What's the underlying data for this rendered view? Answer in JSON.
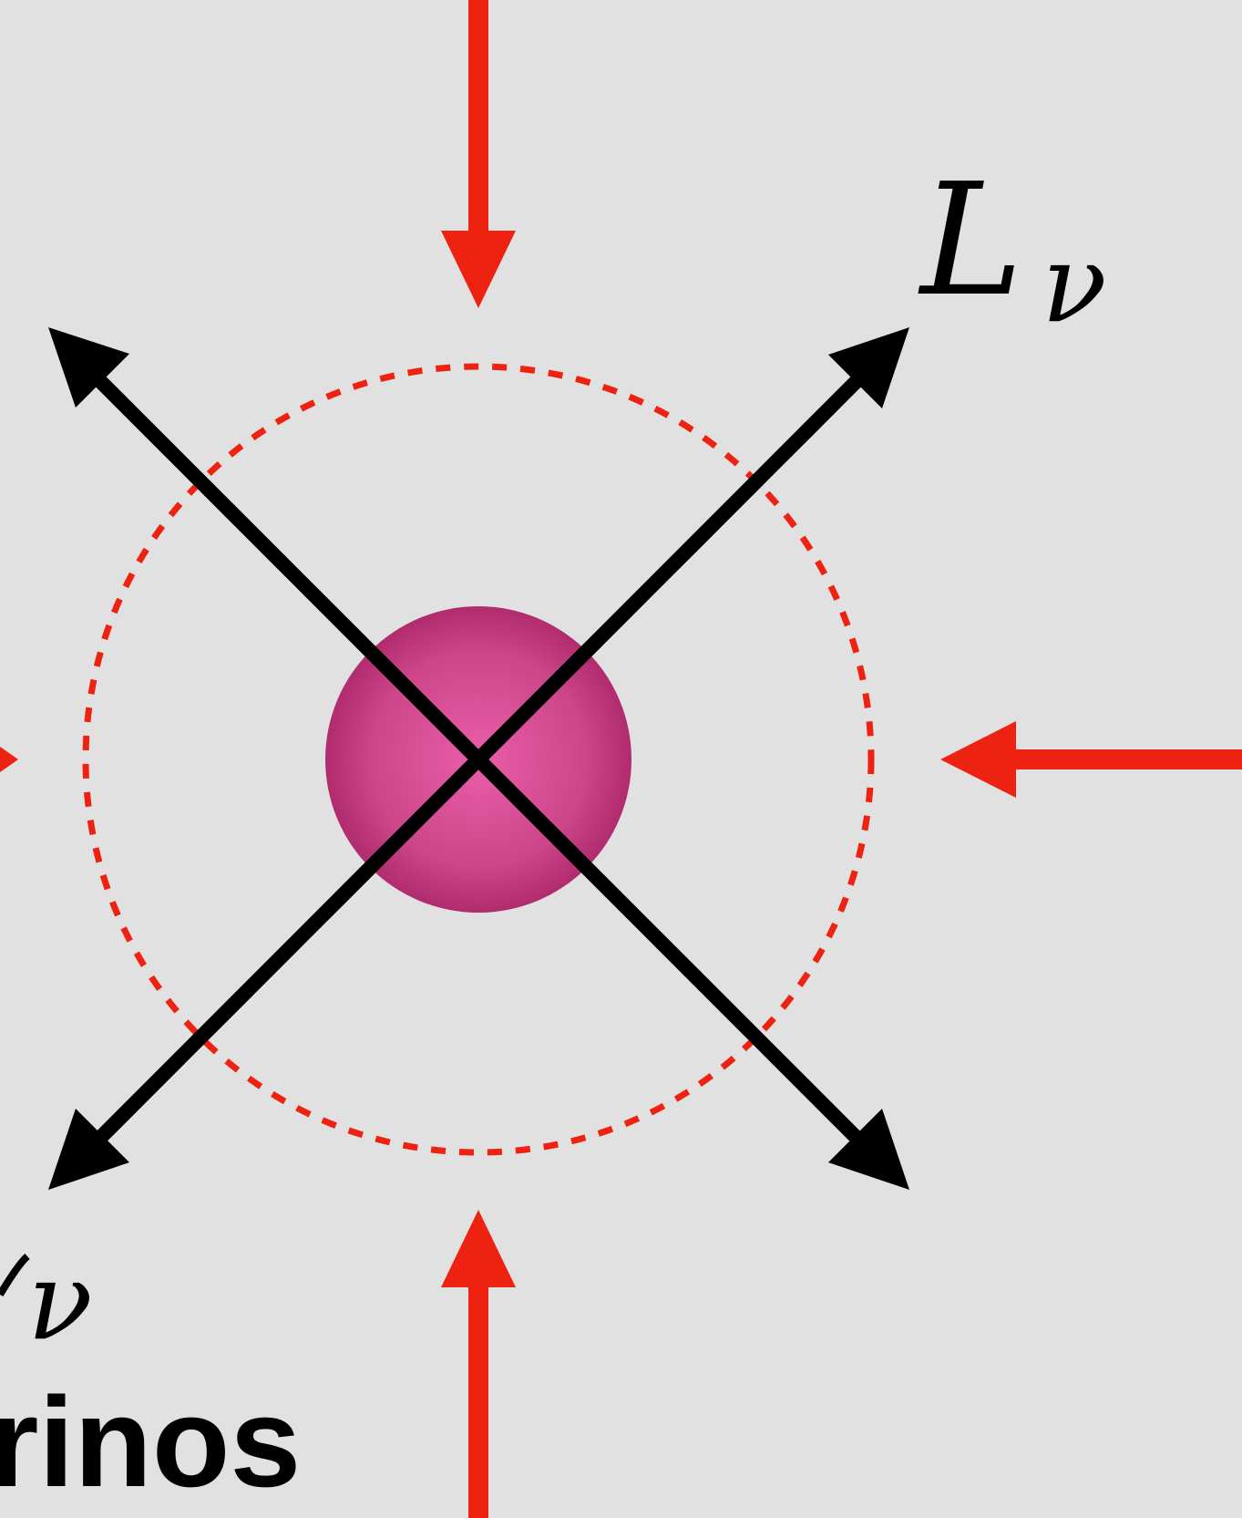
{
  "colors": {
    "background": "#e1e1e1",
    "inflow_arrows": "#ee2211",
    "outflow_arrows": "#000000",
    "core_center": "#e65ca6",
    "core_edge": "#b02c6e",
    "dotted_circle": "#ee2211"
  },
  "labels": {
    "luminosity_main": "L",
    "luminosity_sub": "ν",
    "partial_label_sub": "ν",
    "partial_word": "rinos"
  },
  "elements": {
    "core": "central-core-sphere",
    "boundary": "dotted-circle-boundary",
    "inflow": [
      "top",
      "right",
      "bottom",
      "left"
    ],
    "outflow": [
      "upper-left",
      "upper-right",
      "lower-left",
      "lower-right"
    ]
  }
}
